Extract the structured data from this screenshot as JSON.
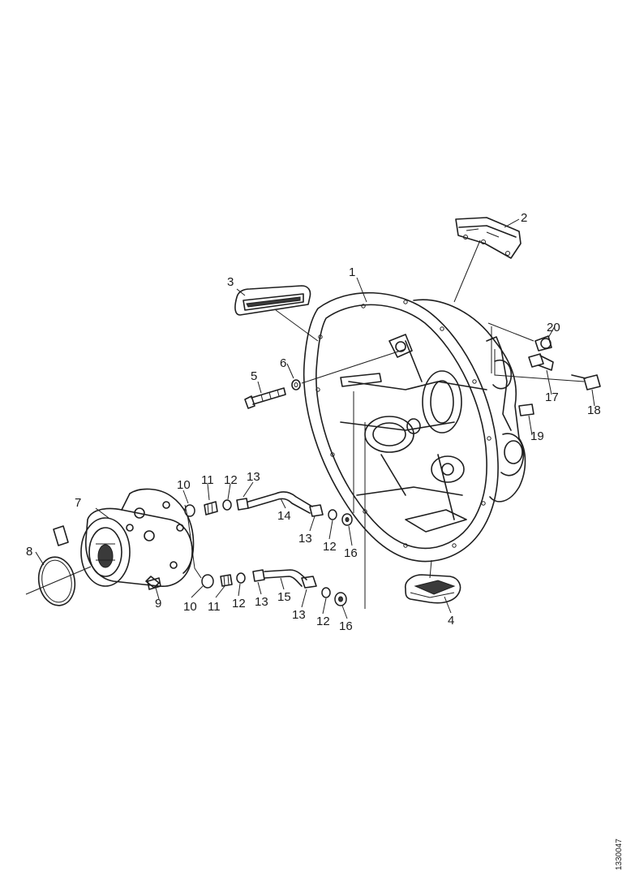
{
  "callouts": [
    {
      "id": "c1",
      "text": "1"
    },
    {
      "id": "c2",
      "text": "2"
    },
    {
      "id": "c3",
      "text": "3"
    },
    {
      "id": "c4",
      "text": "4"
    },
    {
      "id": "c5",
      "text": "5"
    },
    {
      "id": "c6",
      "text": "6"
    },
    {
      "id": "c7",
      "text": "7"
    },
    {
      "id": "c8",
      "text": "8"
    },
    {
      "id": "c9",
      "text": "9"
    },
    {
      "id": "c10a",
      "text": "10"
    },
    {
      "id": "c10b",
      "text": "10"
    },
    {
      "id": "c11a",
      "text": "11"
    },
    {
      "id": "c11b",
      "text": "11"
    },
    {
      "id": "c12a",
      "text": "12"
    },
    {
      "id": "c12b",
      "text": "12"
    },
    {
      "id": "c12c",
      "text": "12"
    },
    {
      "id": "c12d",
      "text": "12"
    },
    {
      "id": "c13a",
      "text": "13"
    },
    {
      "id": "c13b",
      "text": "13"
    },
    {
      "id": "c13c",
      "text": "13"
    },
    {
      "id": "c13d",
      "text": "13"
    },
    {
      "id": "c14",
      "text": "14"
    },
    {
      "id": "c15",
      "text": "15"
    },
    {
      "id": "c16a",
      "text": "16"
    },
    {
      "id": "c16b",
      "text": "16"
    },
    {
      "id": "c17",
      "text": "17"
    },
    {
      "id": "c18",
      "text": "18"
    },
    {
      "id": "c19",
      "text": "19"
    },
    {
      "id": "c20",
      "text": "20"
    }
  ],
  "drawing_reference": "1330047"
}
